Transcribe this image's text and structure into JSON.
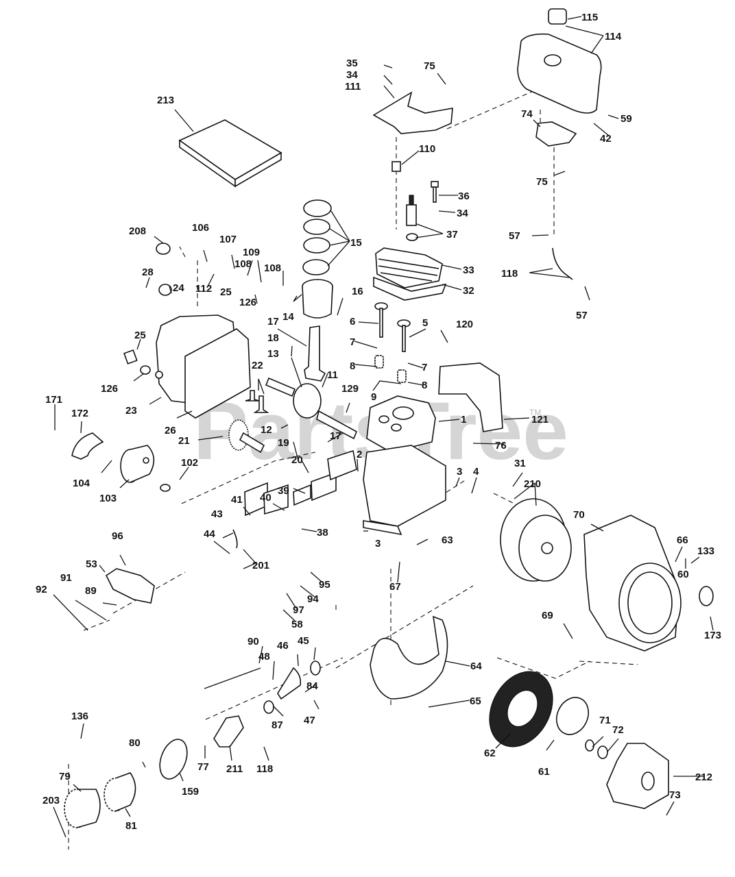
{
  "diagram": {
    "title": "Engine exploded parts diagram",
    "watermark": "PartsTree",
    "watermark_tm": "TM",
    "colors": {
      "ink": "#111111",
      "background": "#ffffff",
      "watermark": "#c8c8c8"
    },
    "callouts": [
      {
        "id": "115",
        "label": "115"
      },
      {
        "id": "114",
        "label": "114"
      },
      {
        "id": "35",
        "label": "35"
      },
      {
        "id": "34a",
        "label": "34"
      },
      {
        "id": "111",
        "label": "111"
      },
      {
        "id": "75a",
        "label": "75"
      },
      {
        "id": "213",
        "label": "213"
      },
      {
        "id": "74",
        "label": "74"
      },
      {
        "id": "59",
        "label": "59"
      },
      {
        "id": "42",
        "label": "42"
      },
      {
        "id": "110",
        "label": "110"
      },
      {
        "id": "75b",
        "label": "75"
      },
      {
        "id": "36",
        "label": "36"
      },
      {
        "id": "34b",
        "label": "34"
      },
      {
        "id": "37",
        "label": "37"
      },
      {
        "id": "57a",
        "label": "57"
      },
      {
        "id": "15",
        "label": "15"
      },
      {
        "id": "208",
        "label": "208"
      },
      {
        "id": "106",
        "label": "106"
      },
      {
        "id": "107",
        "label": "107"
      },
      {
        "id": "109",
        "label": "109"
      },
      {
        "id": "108a",
        "label": "108"
      },
      {
        "id": "108b",
        "label": "108"
      },
      {
        "id": "33",
        "label": "33"
      },
      {
        "id": "118a",
        "label": "118"
      },
      {
        "id": "28",
        "label": "28"
      },
      {
        "id": "24",
        "label": "24"
      },
      {
        "id": "112",
        "label": "112"
      },
      {
        "id": "25a",
        "label": "25"
      },
      {
        "id": "126a",
        "label": "126"
      },
      {
        "id": "14",
        "label": "14"
      },
      {
        "id": "16",
        "label": "16"
      },
      {
        "id": "32",
        "label": "32"
      },
      {
        "id": "57b",
        "label": "57"
      },
      {
        "id": "6",
        "label": "6"
      },
      {
        "id": "5",
        "label": "5"
      },
      {
        "id": "120",
        "label": "120"
      },
      {
        "id": "17a",
        "label": "17"
      },
      {
        "id": "25b",
        "label": "25"
      },
      {
        "id": "18",
        "label": "18"
      },
      {
        "id": "7a",
        "label": "7"
      },
      {
        "id": "7b",
        "label": "7"
      },
      {
        "id": "8a",
        "label": "8"
      },
      {
        "id": "8b",
        "label": "8"
      },
      {
        "id": "13",
        "label": "13"
      },
      {
        "id": "11",
        "label": "11"
      },
      {
        "id": "9",
        "label": "9"
      },
      {
        "id": "126b",
        "label": "126"
      },
      {
        "id": "22",
        "label": "22"
      },
      {
        "id": "23",
        "label": "23"
      },
      {
        "id": "129",
        "label": "129"
      },
      {
        "id": "171",
        "label": "171"
      },
      {
        "id": "172",
        "label": "172"
      },
      {
        "id": "1",
        "label": "1"
      },
      {
        "id": "121",
        "label": "121"
      },
      {
        "id": "26",
        "label": "26"
      },
      {
        "id": "12",
        "label": "12"
      },
      {
        "id": "21",
        "label": "21"
      },
      {
        "id": "17b",
        "label": "17"
      },
      {
        "id": "76",
        "label": "76"
      },
      {
        "id": "19",
        "label": "19"
      },
      {
        "id": "2",
        "label": "2"
      },
      {
        "id": "102",
        "label": "102"
      },
      {
        "id": "20",
        "label": "20"
      },
      {
        "id": "31",
        "label": "31"
      },
      {
        "id": "104",
        "label": "104"
      },
      {
        "id": "3a",
        "label": "3"
      },
      {
        "id": "4",
        "label": "4"
      },
      {
        "id": "210",
        "label": "210"
      },
      {
        "id": "103",
        "label": "103"
      },
      {
        "id": "39",
        "label": "39"
      },
      {
        "id": "41",
        "label": "41"
      },
      {
        "id": "40",
        "label": "40"
      },
      {
        "id": "70",
        "label": "70"
      },
      {
        "id": "66",
        "label": "66"
      },
      {
        "id": "133",
        "label": "133"
      },
      {
        "id": "43",
        "label": "43"
      },
      {
        "id": "38",
        "label": "38"
      },
      {
        "id": "44",
        "label": "44"
      },
      {
        "id": "3b",
        "label": "3"
      },
      {
        "id": "63",
        "label": "63"
      },
      {
        "id": "60",
        "label": "60"
      },
      {
        "id": "201",
        "label": "201"
      },
      {
        "id": "96",
        "label": "96"
      },
      {
        "id": "53",
        "label": "53"
      },
      {
        "id": "67",
        "label": "67"
      },
      {
        "id": "91",
        "label": "91"
      },
      {
        "id": "89",
        "label": "89"
      },
      {
        "id": "95",
        "label": "95"
      },
      {
        "id": "92",
        "label": "92"
      },
      {
        "id": "94",
        "label": "94"
      },
      {
        "id": "97",
        "label": "97"
      },
      {
        "id": "58",
        "label": "58"
      },
      {
        "id": "173",
        "label": "173"
      },
      {
        "id": "69",
        "label": "69"
      },
      {
        "id": "90",
        "label": "90"
      },
      {
        "id": "46",
        "label": "46"
      },
      {
        "id": "45",
        "label": "45"
      },
      {
        "id": "48",
        "label": "48"
      },
      {
        "id": "64",
        "label": "64"
      },
      {
        "id": "84",
        "label": "84"
      },
      {
        "id": "47",
        "label": "47"
      },
      {
        "id": "65",
        "label": "65"
      },
      {
        "id": "87",
        "label": "87"
      },
      {
        "id": "136",
        "label": "136"
      },
      {
        "id": "71",
        "label": "71"
      },
      {
        "id": "72",
        "label": "72"
      },
      {
        "id": "80",
        "label": "80"
      },
      {
        "id": "77",
        "label": "77"
      },
      {
        "id": "211",
        "label": "211"
      },
      {
        "id": "118b",
        "label": "118"
      },
      {
        "id": "62",
        "label": "62"
      },
      {
        "id": "61",
        "label": "61"
      },
      {
        "id": "212",
        "label": "212"
      },
      {
        "id": "159",
        "label": "159"
      },
      {
        "id": "79",
        "label": "79"
      },
      {
        "id": "73",
        "label": "73"
      },
      {
        "id": "203",
        "label": "203"
      },
      {
        "id": "81",
        "label": "81"
      }
    ]
  }
}
